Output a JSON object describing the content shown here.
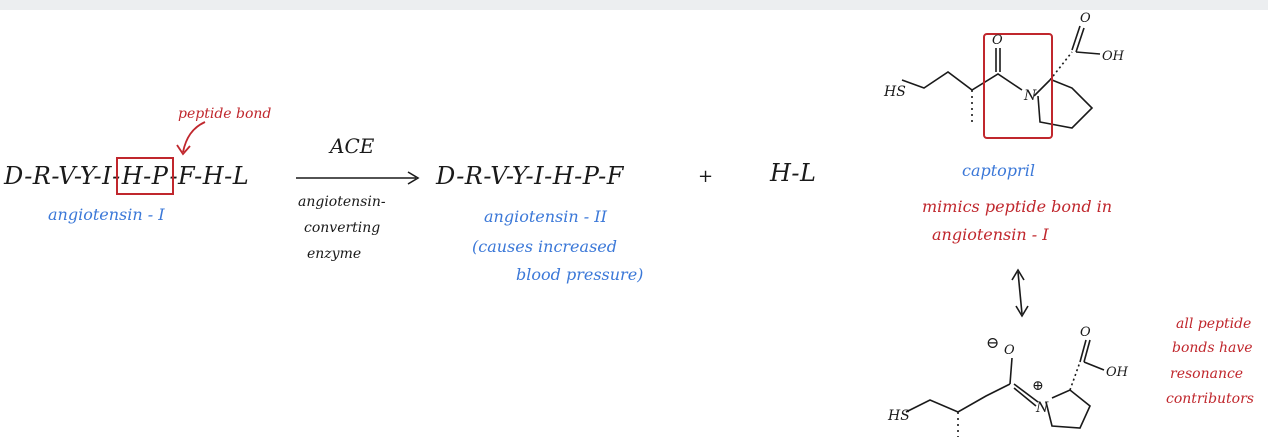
{
  "angiotensin_i": {
    "sequence_prefix": "D-R-V-Y-I-",
    "boxed": "H-P",
    "sequence_suffix": "-F-H-L",
    "label": "angiotensin - I",
    "bond_note": "peptide bond"
  },
  "reaction": {
    "enzyme_abbr": "ACE",
    "enzyme_name_lines": [
      "angiotensin-",
      "converting",
      "enzyme"
    ]
  },
  "angiotensin_ii": {
    "sequence": "D-R-V-Y-I-H-P-F",
    "label": "angiotensin - II",
    "effect_lines": [
      "(causes increased",
      "blood pressure)"
    ]
  },
  "byproduct": {
    "plus": "+",
    "sequence": "H-L"
  },
  "captopril": {
    "name": "captopril",
    "note_lines": [
      "mimics peptide bond in",
      "angiotensin - I"
    ],
    "atoms": {
      "thiol": "HS",
      "carbonyl_o": "O",
      "nitrogen": "N",
      "acid_o": "O",
      "acid_oh": "OH"
    }
  },
  "resonance": {
    "atoms": {
      "thiol": "HS",
      "oxyanion": "O",
      "minus_charge": "⊖",
      "nitrogen": "N",
      "plus_charge": "⊕",
      "acid_o": "O",
      "acid_oh": "OH"
    },
    "note_lines": [
      "all peptide",
      "bonds have",
      "resonance",
      "contributors"
    ]
  },
  "colors": {
    "ink": "#1a1a1a",
    "blue": "#3b78d8",
    "red": "#c0272d"
  }
}
